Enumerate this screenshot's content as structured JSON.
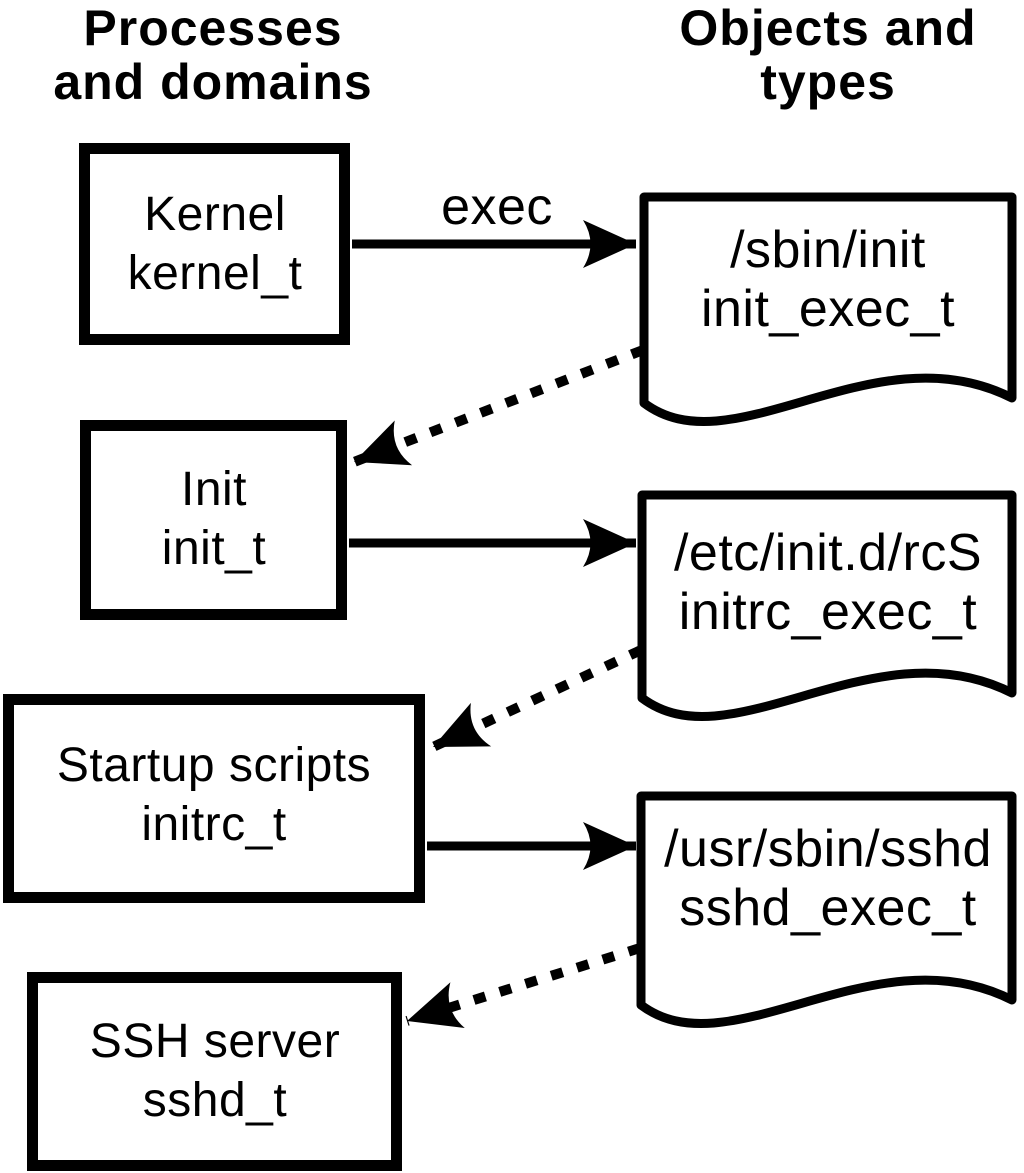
{
  "diagram": {
    "kind": "selinux-domain-transition",
    "headers": {
      "left": {
        "line1": "Processes",
        "line2": "and domains"
      },
      "right": {
        "line1": "Objects and",
        "line2": "types"
      }
    },
    "processes": [
      {
        "name": "Kernel",
        "type": "kernel_t"
      },
      {
        "name": "Init",
        "type": "init_t"
      },
      {
        "name": "Startup scripts",
        "type": "initrc_t"
      },
      {
        "name": "SSH server",
        "type": "sshd_t"
      }
    ],
    "objects": [
      {
        "path": "/sbin/init",
        "type": "init_exec_t"
      },
      {
        "path": "/etc/init.d/rcS",
        "type": "initrc_exec_t"
      },
      {
        "path": "/usr/sbin/sshd",
        "type": "sshd_exec_t"
      }
    ],
    "edges": {
      "solid": [
        {
          "from": "Kernel",
          "to": "/sbin/init",
          "label": "exec"
        },
        {
          "from": "Init",
          "to": "/etc/init.d/rcS",
          "label": ""
        },
        {
          "from": "Startup scripts",
          "to": "/usr/sbin/sshd",
          "label": ""
        }
      ],
      "dotted": [
        {
          "from": "/sbin/init",
          "to": "Init"
        },
        {
          "from": "/etc/init.d/rcS",
          "to": "Startup scripts"
        },
        {
          "from": "/usr/sbin/sshd",
          "to": "SSH server"
        }
      ]
    },
    "colors": {
      "foreground": "#000000",
      "background": "#ffffff"
    }
  }
}
